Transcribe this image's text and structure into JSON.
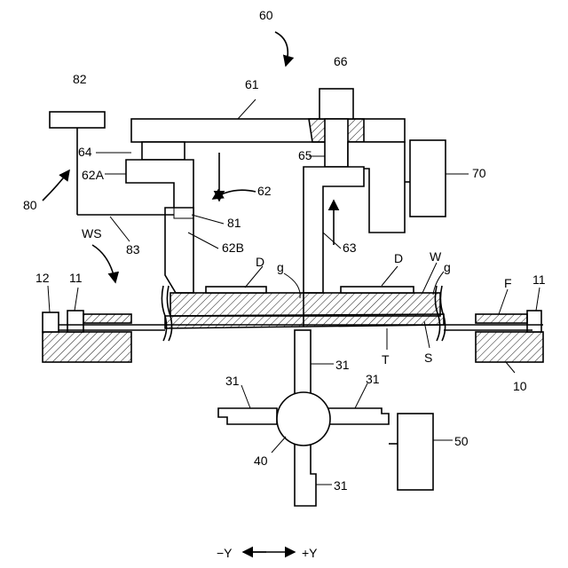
{
  "labels": {
    "l60": "60",
    "l66": "66",
    "l82": "82",
    "l61": "61",
    "l64": "64",
    "l65": "65",
    "l70": "70",
    "l62A": "62A",
    "l62": "62",
    "l80": "80",
    "l81": "81",
    "l83": "83",
    "l62B": "62B",
    "l63": "63",
    "lWS": "WS",
    "lD1": "D",
    "lD2": "D",
    "lW": "W",
    "lg1": "g",
    "lg2": "g",
    "l12": "12",
    "l11a": "11",
    "l11b": "11",
    "lF": "F",
    "lT": "T",
    "lS": "S",
    "l10": "10",
    "l31a": "31",
    "l31b": "31",
    "l31c": "31",
    "l31d": "31",
    "l40": "40",
    "l50": "50",
    "axisMinus": "−Y",
    "axisPlus": "+Y"
  }
}
